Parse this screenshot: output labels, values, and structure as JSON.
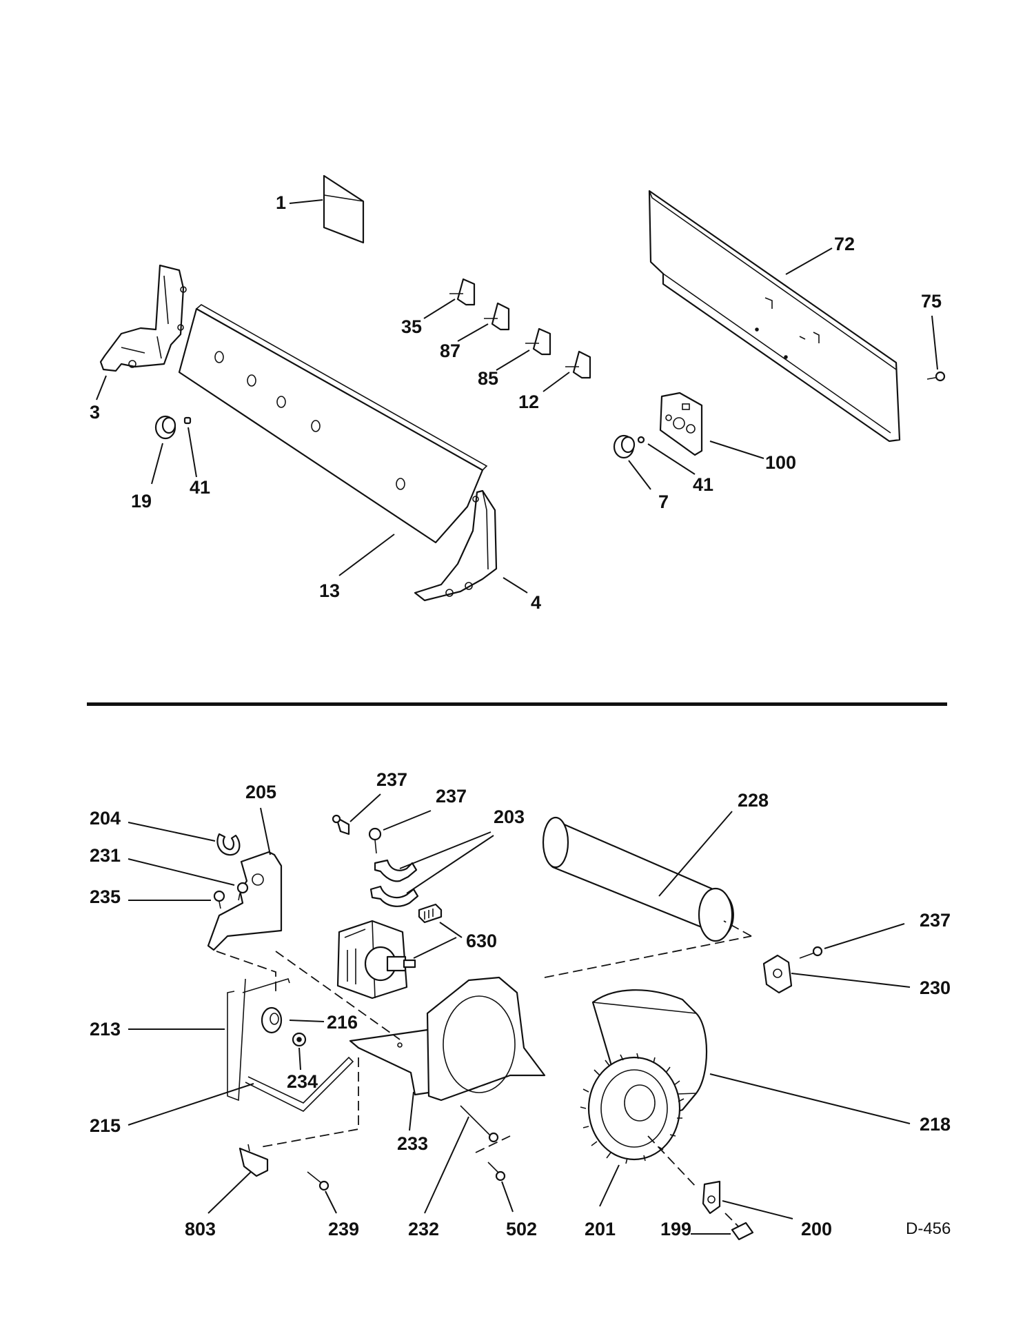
{
  "diagram_code": "D-456",
  "labels": {
    "l1": "1",
    "l3": "3",
    "l4": "4",
    "l7": "7",
    "l12": "12",
    "l13": "13",
    "l19": "19",
    "l35": "35",
    "l41a": "41",
    "l41b": "41",
    "l72": "72",
    "l75": "75",
    "l85": "85",
    "l87": "87",
    "l100": "100",
    "l199": "199",
    "l200": "200",
    "l201": "201",
    "l203": "203",
    "l204": "204",
    "l205": "205",
    "l213": "213",
    "l215": "215",
    "l216": "216",
    "l218": "218",
    "l228": "228",
    "l230": "230",
    "l231": "231",
    "l232": "232",
    "l233": "233",
    "l234": "234",
    "l235": "235",
    "l237a": "237",
    "l237b": "237",
    "l237c": "237",
    "l239": "239",
    "l502": "502",
    "l630": "630",
    "l803": "803"
  }
}
